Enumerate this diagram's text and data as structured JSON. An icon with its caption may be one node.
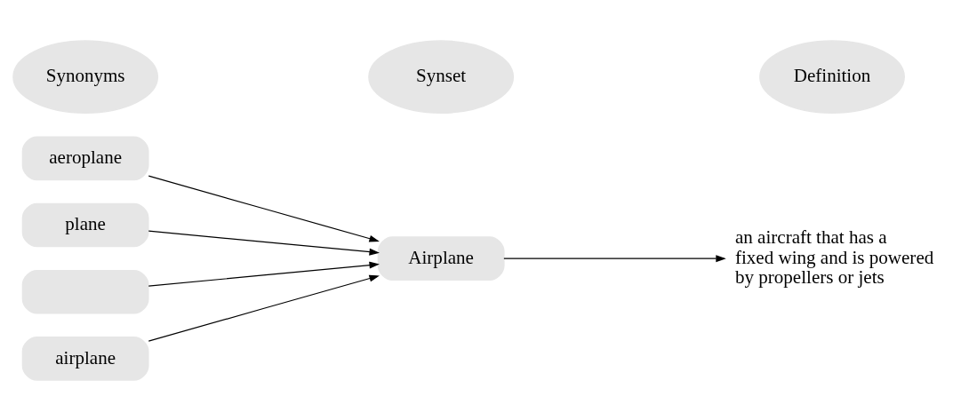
{
  "diagram": {
    "nodes": [
      {
        "text": [
          "Synonyms"
        ]
      },
      {
        "text": [
          "Synset"
        ]
      },
      {
        "text": [
          "Definition"
        ]
      },
      {
        "text": [
          "aeroplane"
        ]
      },
      {
        "text": [
          "plane"
        ]
      },
      {
        "text": [],
        "shape": "box"
      },
      {
        "text": [
          "airplane"
        ]
      },
      {
        "text": [
          "Airplane"
        ]
      },
      {
        "text": [
          "an aircraft that has a fixed wing and is powered by propellers or jets"
        ]
      }
    ],
    "edges": [
      {
        "from": 3,
        "to": 7,
        "arrow": "to"
      },
      {
        "from": 4,
        "to": 7,
        "arrow": "to"
      },
      {
        "from": 5,
        "to": 7,
        "arrow": "to"
      },
      {
        "from": 6,
        "to": 7,
        "arrow": "to"
      },
      {
        "from": 7,
        "to": 8,
        "arrow": "to"
      }
    ]
  }
}
